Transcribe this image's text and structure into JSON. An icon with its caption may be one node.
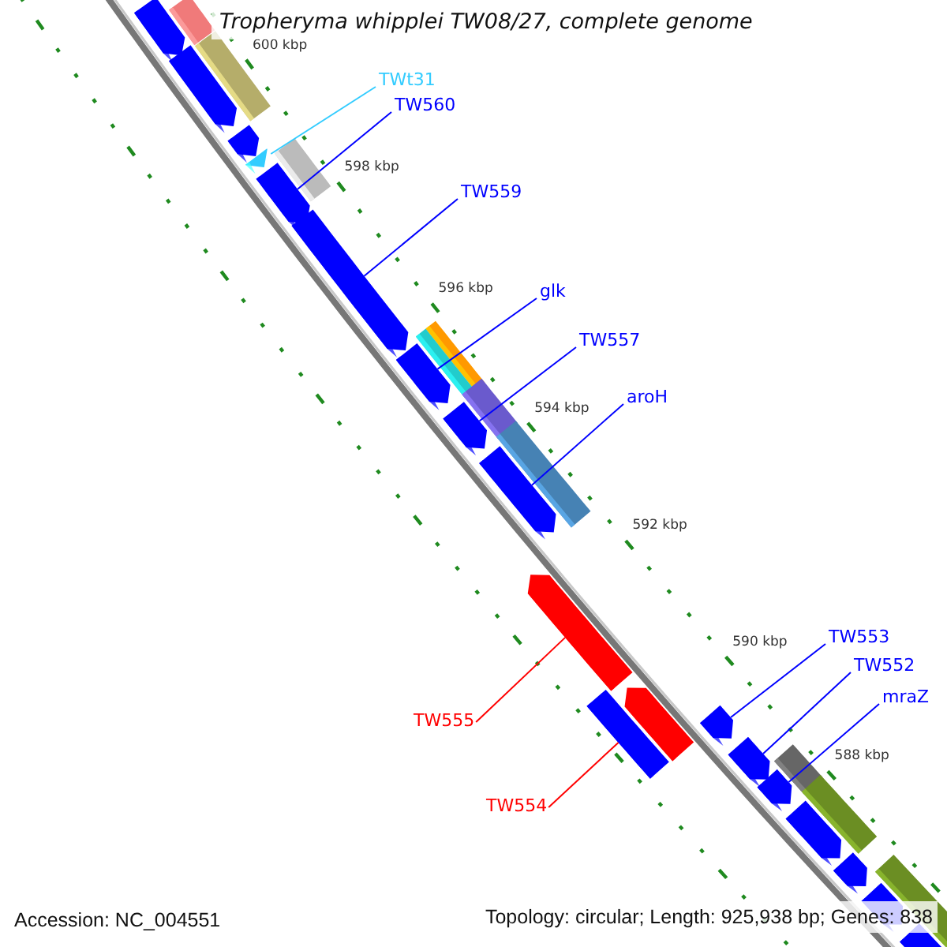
{
  "diagram": {
    "title": "Tropheryma whipplei TW08/27, complete genome",
    "nodes": [
      {
        "text": [
          "TWt31"
        ]
      },
      {
        "text": [
          "TW560"
        ]
      },
      {
        "text": [
          "TW559"
        ]
      },
      {
        "text": [
          "glk"
        ]
      },
      {
        "text": [
          "TW557"
        ]
      },
      {
        "text": [
          "aroH"
        ]
      },
      {
        "text": [
          "TW553"
        ]
      },
      {
        "text": [
          "TW552"
        ]
      },
      {
        "text": [
          "mraZ"
        ]
      },
      {
        "text": [
          "TW555"
        ]
      },
      {
        "text": [
          "TW554"
        ]
      },
      {
        "text": [],
        "shape": "bar"
      },
      {
        "text": [],
        "shape": "bar"
      },
      {
        "text": [],
        "shape": "bar"
      },
      {
        "text": [],
        "shape": "bar"
      },
      {
        "text": [],
        "shape": "bar"
      },
      {
        "text": [],
        "shape": "bar"
      },
      {
        "text": [],
        "shape": "bar"
      },
      {
        "text": [],
        "shape": "bar"
      },
      {
        "text": [],
        "shape": "bar"
      },
      {
        "text": [],
        "shape": "bar"
      },
      {
        "text": [],
        "shape": "bar"
      },
      {
        "text": [],
        "shape": "bar"
      },
      {
        "text": [],
        "shape": "bar"
      },
      {
        "text": [],
        "shape": "bar"
      },
      {
        "text": [],
        "shape": "bar"
      },
      {
        "text": [],
        "shape": "bar"
      },
      {
        "text": [],
        "shape": "bar"
      },
      {
        "text": [],
        "shape": "bar"
      },
      {
        "text": [],
        "shape": "bar"
      },
      {
        "text": [],
        "shape": "bar"
      },
      {
        "text": [],
        "shape": "bar"
      },
      {
        "text": [],
        "shape": "bar"
      },
      {
        "text": [],
        "shape": "bar"
      },
      {
        "text": [],
        "shape": "bar"
      },
      {
        "text": [],
        "shape": "bar"
      },
      {
        "text": [],
        "shape": "bar"
      },
      {
        "text": [],
        "shape": "bar"
      },
      {
        "text": [],
        "shape": "bar"
      },
      {
        "text": [],
        "shape": "bar"
      }
    ],
    "edges": [
      {
        "from": 0,
        "to": 17,
        "arrow": "none",
        "color": "#33ccff"
      },
      {
        "from": 1,
        "to": 18,
        "arrow": "none"
      },
      {
        "from": 2,
        "to": 19,
        "arrow": "none"
      },
      {
        "from": 3,
        "to": 22,
        "arrow": "none"
      },
      {
        "from": 4,
        "to": 24,
        "arrow": "none"
      },
      {
        "from": 5,
        "to": 26,
        "arrow": "none"
      },
      {
        "from": 6,
        "to": 30,
        "arrow": "none"
      },
      {
        "from": 7,
        "to": 31,
        "arrow": "none"
      },
      {
        "from": 8,
        "to": 33,
        "arrow": "none"
      },
      {
        "from": 9,
        "to": 27,
        "arrow": "none",
        "color": "#ff0000"
      },
      {
        "from": 10,
        "to": 29,
        "arrow": "none",
        "color": "#ff0000"
      }
    ],
    "labels": [
      "600 kbp",
      "598 kbp",
      "596 kbp",
      "594 kbp",
      "592 kbp",
      "590 kbp",
      "588 kbp",
      "Accession: NC_004551",
      "Topology: circular; Length: 925,938 bp; Genes: 838"
    ]
  }
}
